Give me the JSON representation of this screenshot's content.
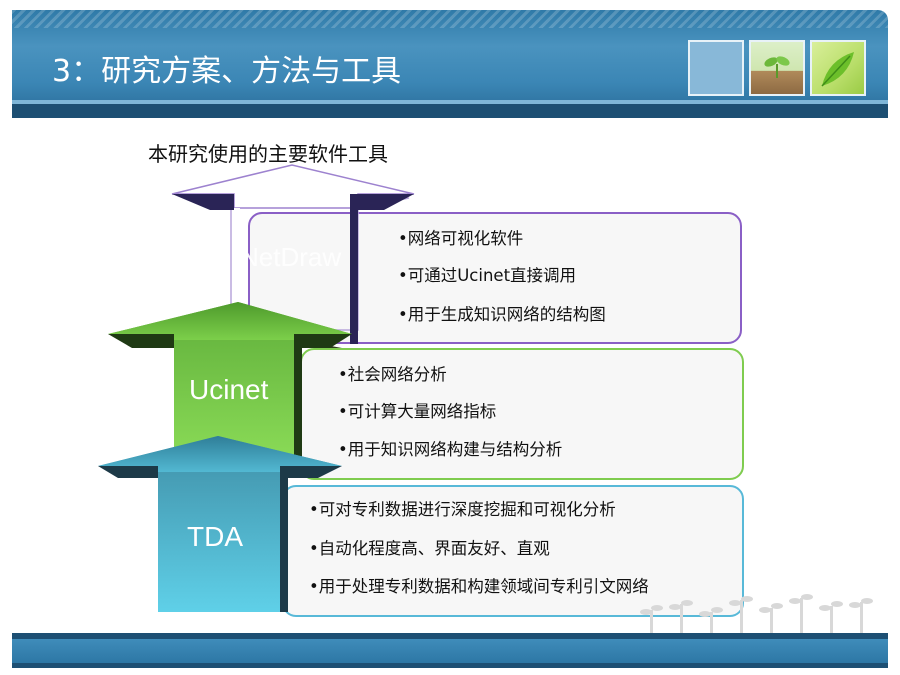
{
  "slide": {
    "title": "3：研究方案、方法与工具",
    "subtitle": "本研究使用的主要软件工具"
  },
  "colors": {
    "header": "#3b86b5",
    "netdraw": "#8a5fc6",
    "ucinet": "#7fcc4f",
    "tda": "#58b9d8"
  },
  "tools": [
    {
      "name": "NetDraw",
      "bullets": [
        "•网络可视化软件",
        "•可通过Ucinet直接调用",
        "•用于生成知识网络的结构图"
      ]
    },
    {
      "name": "Ucinet",
      "bullets": [
        "•社会网络分析",
        "•可计算大量网络指标",
        "•用于知识网络构建与结构分析"
      ]
    },
    {
      "name": "TDA",
      "bullets": [
        "•可对专利数据进行深度挖掘和可视化分析",
        "•自动化程度高、界面友好、直观",
        "•用于处理专利数据和构建领域间专利引文网络"
      ]
    }
  ],
  "decor": {
    "thumbnails": [
      "blank-thumb",
      "sprout-thumb",
      "leaf-thumb"
    ]
  }
}
